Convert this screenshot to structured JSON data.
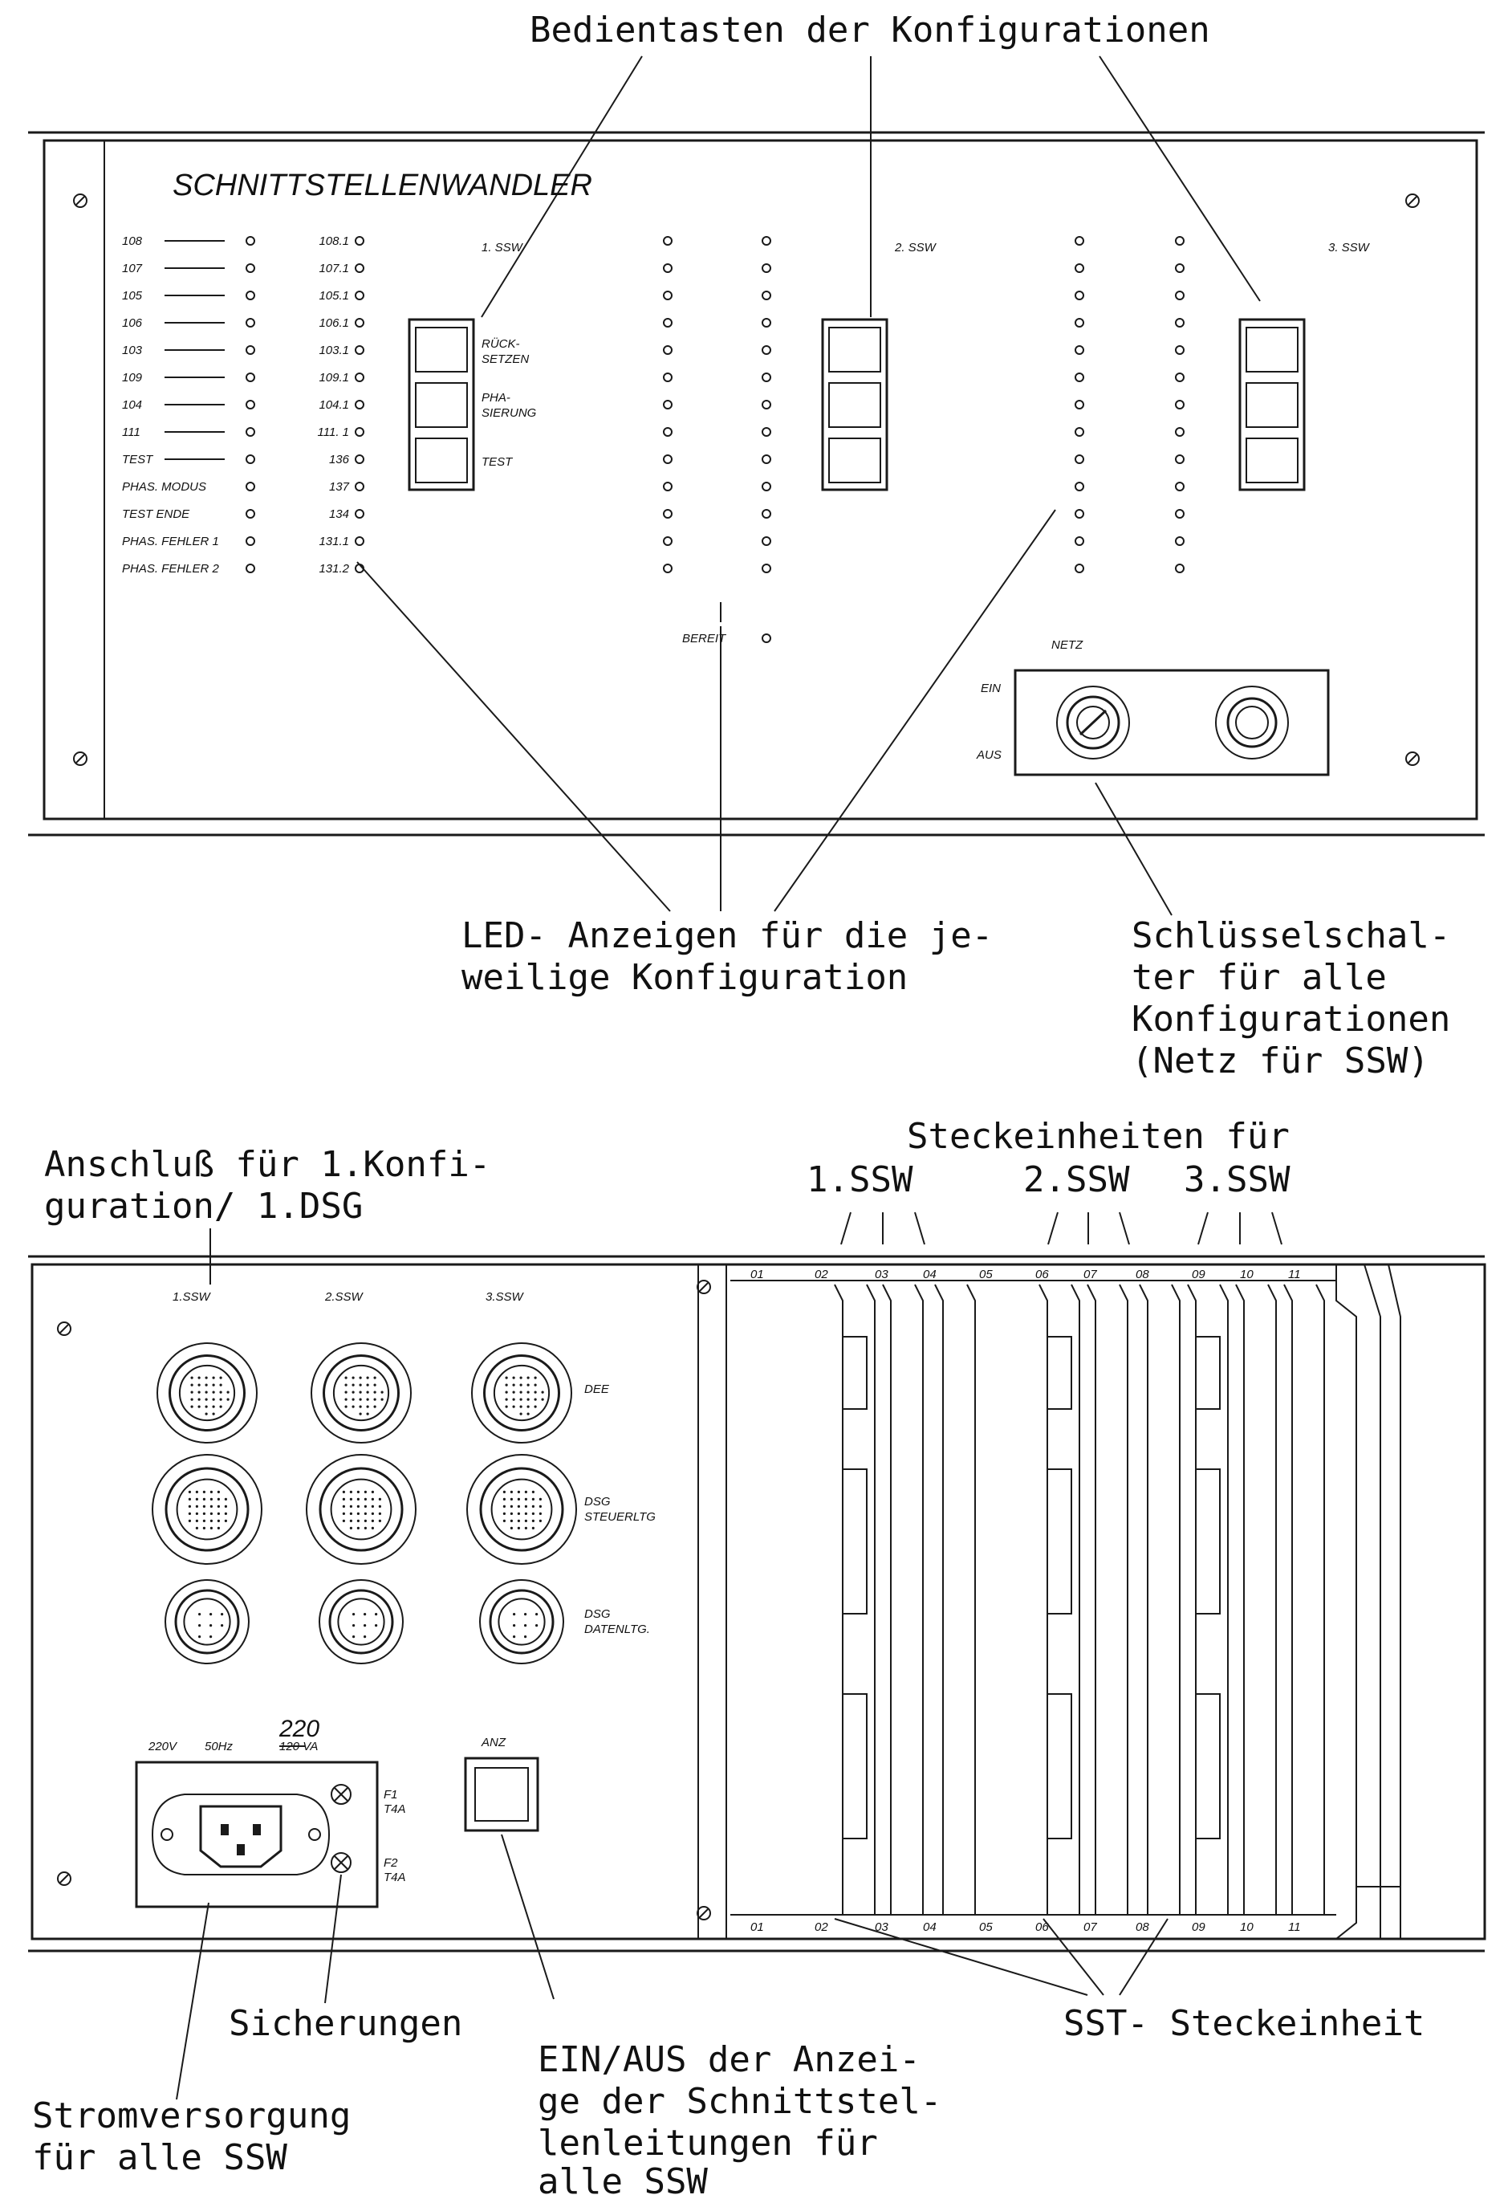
{
  "top_panel": {
    "title": "SCHNITTSTELLENWANDLER",
    "heading_annotation": "Bedientasten der Konfigurationen",
    "led_labels_left": [
      "108",
      "107",
      "105",
      "106",
      "103",
      "109",
      "104",
      "111",
      "TEST",
      "PHAS. MODUS",
      "TEST ENDE",
      "PHAS. FEHLER 1",
      "PHAS. FEHLER 2"
    ],
    "led_labels_right": [
      "108.1",
      "107.1",
      "105.1",
      "106.1",
      "103.1",
      "109.1",
      "104.1",
      "111. 1",
      "136",
      "137",
      "134",
      "131.1",
      "131.2"
    ],
    "ssw_labels": [
      "1. SSW",
      "2. SSW",
      "3. SSW"
    ],
    "button_labels": [
      "RÜCK-",
      "SETZEN",
      "PHA-",
      "SIERUNG",
      "TEST"
    ],
    "bereit_label": "BEREIT",
    "netz_label": "NETZ",
    "ein_label": "EIN",
    "aus_label": "AUS",
    "annotation_led_1": "LED- Anzeigen für die je-",
    "annotation_led_2": "weilige Konfiguration",
    "annotation_key_1": "Schlüsselschal-",
    "annotation_key_2": "ter für alle",
    "annotation_key_3": "Konfigurationen",
    "annotation_key_4": "(Netz für SSW)"
  },
  "bottom_panel": {
    "annotation_conn_1": "Anschluß für 1.Konfi-",
    "annotation_conn_2": "guration/ 1.DSG",
    "annotation_plug_1": "Steckeinheiten für",
    "annotation_plug_2": "1.SSW",
    "annotation_plug_3": "2.SSW",
    "annotation_plug_4": "3.SSW",
    "column_labels": [
      "1.SSW",
      "2.SSW",
      "3.SSW"
    ],
    "row_labels": [
      "DEE",
      "DSG",
      "STEUERLTG",
      "DSG",
      "DATENLTG."
    ],
    "power_label_1": "220V",
    "power_label_2": "50Hz",
    "power_label_3": "220",
    "power_label_4": "120 VA",
    "fuse_labels": [
      "F1",
      "T4A",
      "F2",
      "T4A"
    ],
    "anz_label": "ANZ",
    "slot_numbers": [
      "01",
      "02",
      "03",
      "04",
      "05",
      "06",
      "07",
      "08",
      "09",
      "10",
      "11"
    ],
    "annotation_fuse": "Sicherungen",
    "annotation_sst": "SST- Steckeinheit",
    "annotation_power_1": "Stromversorgung",
    "annotation_power_2": "für alle SSW",
    "annotation_anz_1": "EIN/AUS der Anzei-",
    "annotation_anz_2": "ge der Schnittstel-",
    "annotation_anz_3": "lenleitungen für",
    "annotation_anz_4": "alle SSW"
  },
  "colors": {
    "ink": "#1a1a1a",
    "paper": "#ffffff"
  }
}
